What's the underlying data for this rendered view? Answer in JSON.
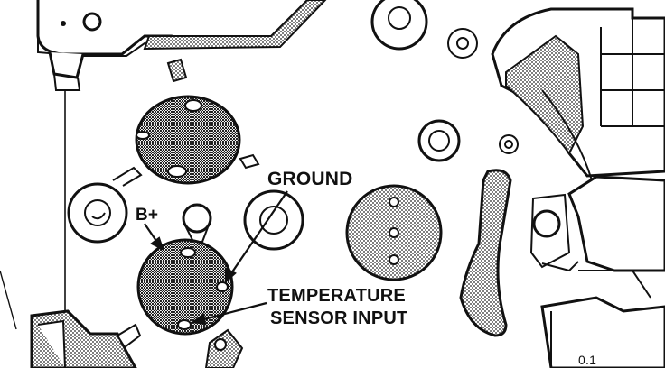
{
  "diagram": {
    "callouts": {
      "b_plus": "B+",
      "ground": "GROUND",
      "temperature_sensor_input_line1": "TEMPERATURE",
      "temperature_sensor_input_line2": "SENSOR INPUT"
    },
    "part_markings": {
      "bottom_right_fragment": "0.1"
    },
    "colors": {
      "ink": "#111111",
      "paper": "#ffffff"
    }
  }
}
